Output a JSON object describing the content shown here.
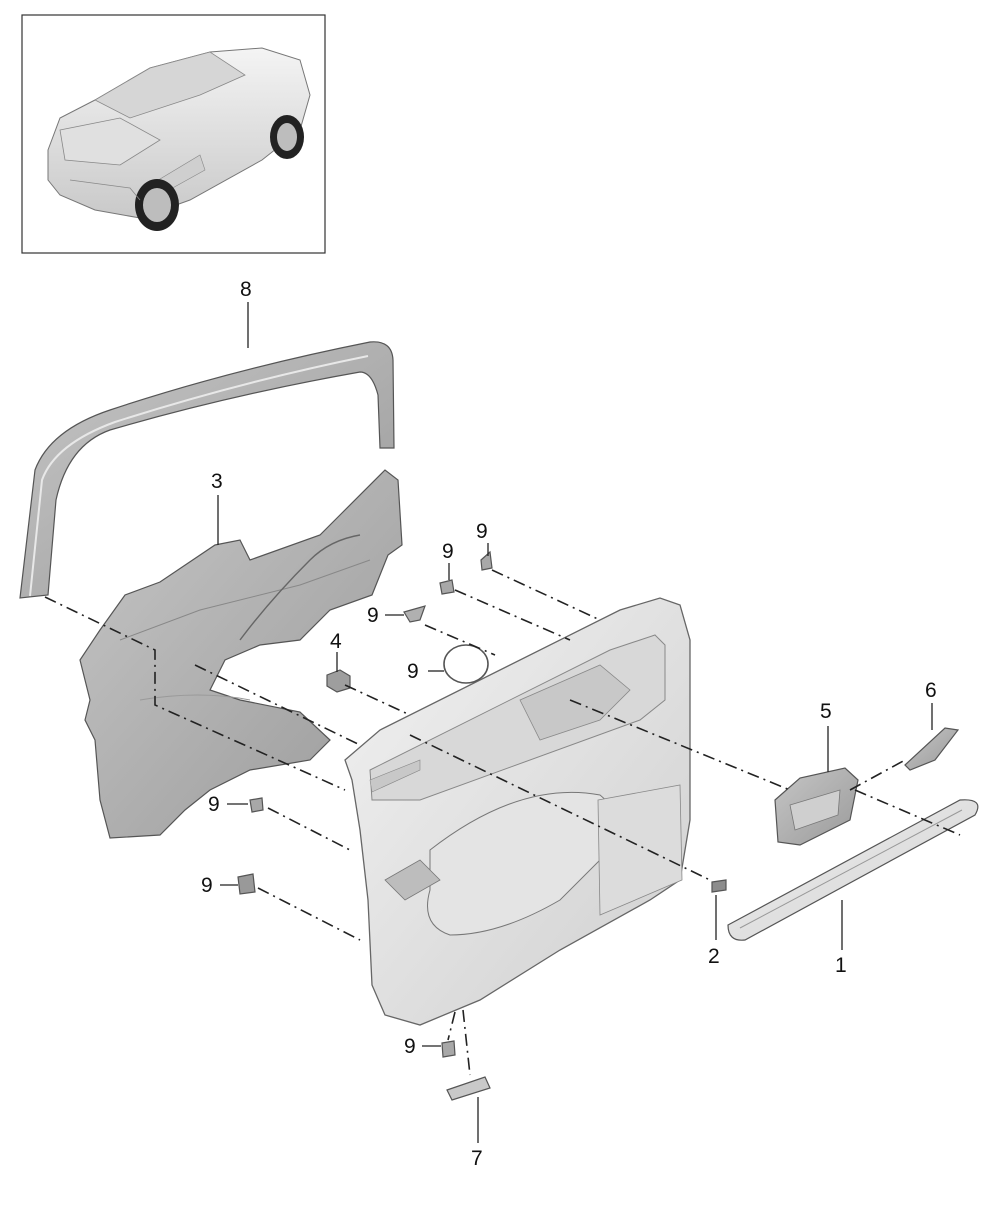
{
  "diagram": {
    "callouts": [
      {
        "id": "1",
        "text": "1"
      },
      {
        "id": "2",
        "text": "2"
      },
      {
        "id": "3",
        "text": "3"
      },
      {
        "id": "4",
        "text": "4"
      },
      {
        "id": "5",
        "text": "5"
      },
      {
        "id": "6",
        "text": "6"
      },
      {
        "id": "7",
        "text": "7"
      },
      {
        "id": "8",
        "text": "8"
      },
      {
        "id": "9a",
        "text": "9"
      },
      {
        "id": "9b",
        "text": "9"
      },
      {
        "id": "9c",
        "text": "9"
      },
      {
        "id": "9d",
        "text": "9"
      },
      {
        "id": "9e",
        "text": "9"
      },
      {
        "id": "9f",
        "text": "9"
      },
      {
        "id": "9g",
        "text": "9"
      }
    ]
  },
  "colors": {
    "part_fill": "#dcdcdc",
    "part_dark": "#b4b4b4",
    "panel_fill": "#e6e6e6",
    "line": "#222222"
  }
}
